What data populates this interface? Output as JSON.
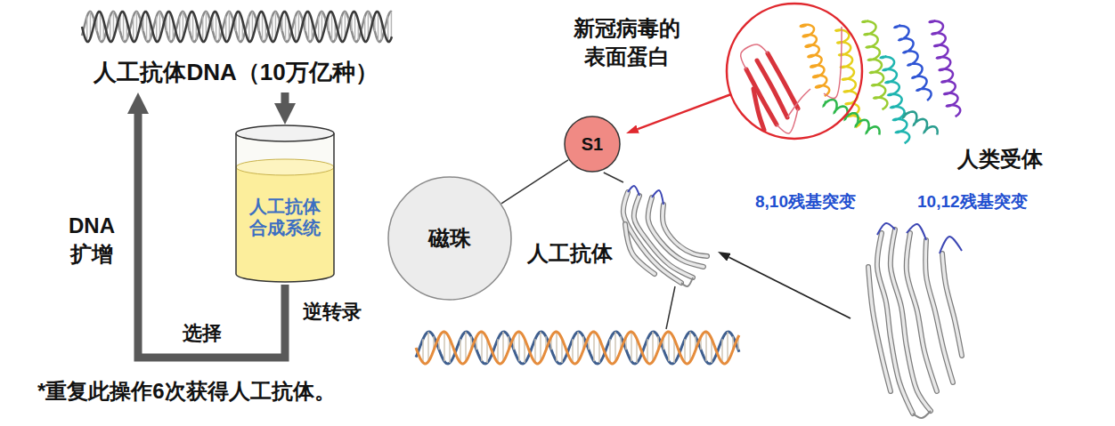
{
  "diagram": {
    "nodes": [
      {
        "text": [
          "人工抗体DNA（10万亿种）"
        ]
      },
      {
        "text": [
          "人工抗体 合成系统"
        ]
      },
      {
        "text": [
          "磁珠"
        ]
      },
      {
        "text": [
          "S1"
        ]
      },
      {
        "text": [
          "人工抗体"
        ]
      }
    ],
    "edges": [
      {
        "from": 0,
        "to": 1,
        "arrow": "to"
      },
      {
        "from": 1,
        "to": 0,
        "label": "选择",
        "arrow": "to"
      },
      {
        "from": 2,
        "to": 3,
        "arrow": "none"
      },
      {
        "from": 3,
        "to": 4,
        "arrow": "none"
      }
    ],
    "labels": [
      "逆转录",
      "DNA 扩增",
      "*重复此操作6次获得人工抗体。",
      "新冠病毒的 表面蛋白",
      "人类受体",
      "8,10残基突变",
      "10,12残基突变"
    ]
  }
}
